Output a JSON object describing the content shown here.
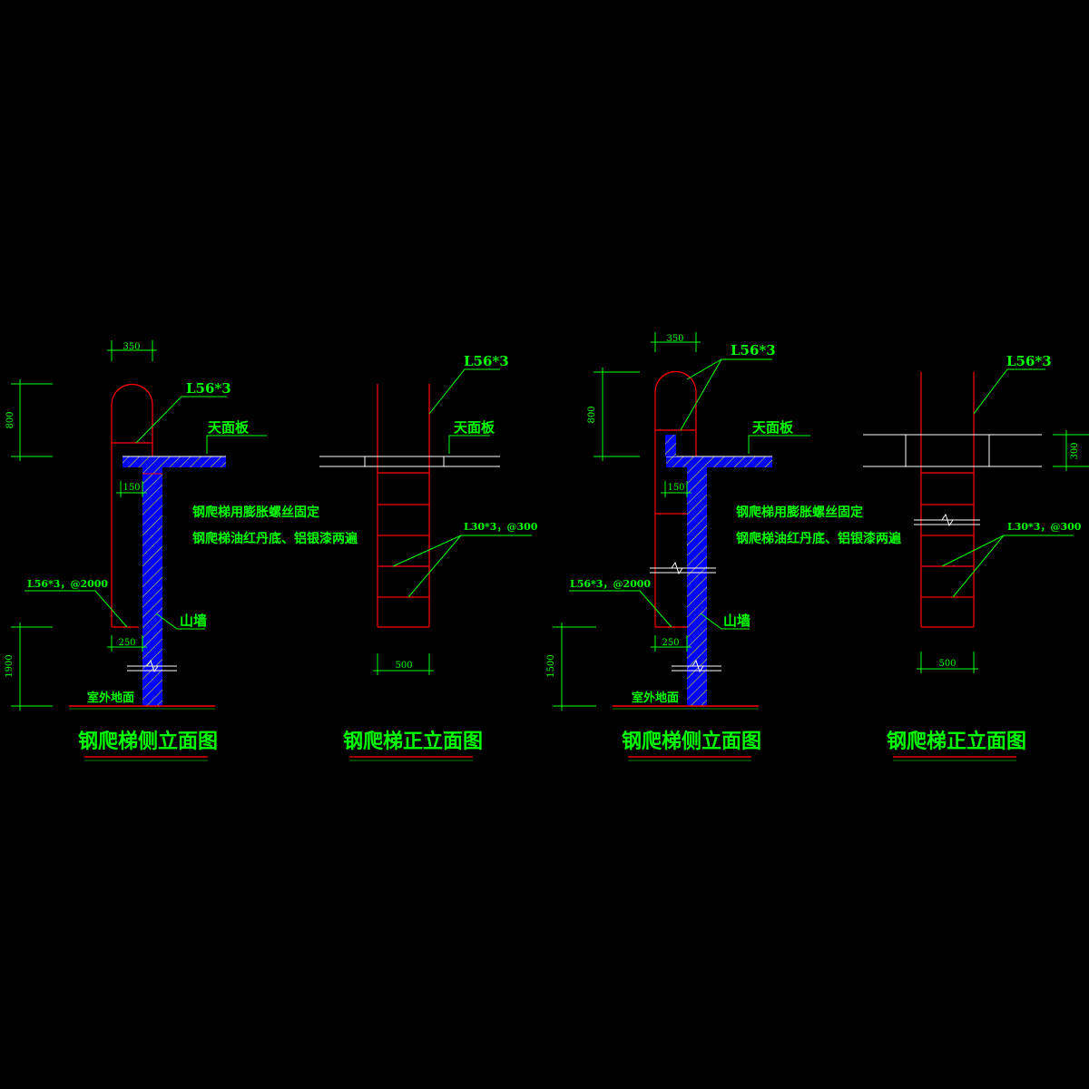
{
  "colors": {
    "background": "#000000",
    "structure": "#ff0000",
    "label": "#00ff00",
    "leader": "#00ff00",
    "dimension": "#00ff00",
    "slab": "#ffffff",
    "wall_hatch": "#0000ff",
    "wall_hatch_line": "#ffff00",
    "break_mark": "#ffffff",
    "title_underline": "#ff0000"
  },
  "drawings": [
    {
      "id": "side-1",
      "title": "钢爬梯侧立面图",
      "dim_width": "350",
      "dim_height_top": "800",
      "dim_height_bottom": "1900",
      "dim_standoff": "150",
      "dim_base": "250",
      "label_rail": "L56*3",
      "label_roof": "天面板",
      "label_support": "L56*3，@2000",
      "label_wall": "山墙",
      "label_ground": "室外地面",
      "note_line_1": "钢爬梯用膨胀螺丝固定",
      "note_line_2": "钢爬梯油红丹底、铝银漆两遍"
    },
    {
      "id": "front-1",
      "title": "钢爬梯正立面图",
      "label_rail": "L56*3",
      "label_roof": "天面板",
      "label_rung": "L30*3，@300",
      "dim_width": "500"
    },
    {
      "id": "side-2",
      "title": "钢爬梯侧立面图",
      "dim_width": "350",
      "dim_height_top": "800",
      "dim_height_bottom": "1500",
      "dim_standoff": "150",
      "dim_base": "250",
      "label_rail": "L56*3",
      "label_roof": "天面板",
      "label_support": "L56*3，@2000",
      "label_wall": "山墙",
      "label_ground": "室外地面",
      "note_line_1": "钢爬梯用膨胀螺丝固定",
      "note_line_2": "钢爬梯油红丹底、铝银漆两遍"
    },
    {
      "id": "front-2",
      "title": "钢爬梯正立面图",
      "label_rail": "L56*3",
      "label_rung": "L30*3，@300",
      "dim_width": "500",
      "dim_parapet": "300"
    }
  ]
}
